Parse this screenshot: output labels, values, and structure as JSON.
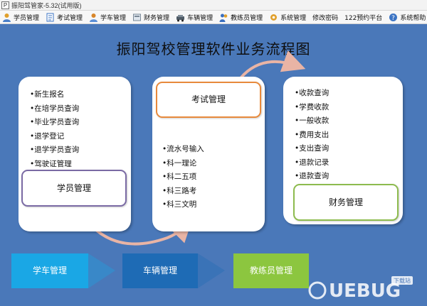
{
  "window": {
    "title": "振阳驾管家-5.32(试用版)",
    "app_icon": "P"
  },
  "menu": {
    "items": [
      {
        "label": "学员管理",
        "icon": "student-icon",
        "color": "#e0a02c"
      },
      {
        "label": "考试管理",
        "icon": "exam-icon",
        "color": "#3c74c4"
      },
      {
        "label": "学车管理",
        "icon": "car-learn-icon",
        "color": "#d8862a"
      },
      {
        "label": "财务管理",
        "icon": "finance-icon",
        "color": "#7a8896"
      },
      {
        "label": "车辆管理",
        "icon": "vehicle-icon",
        "color": "#4f5b66"
      },
      {
        "label": "教练员管理",
        "icon": "coach-icon",
        "color": "#3a6fbf"
      },
      {
        "label": "系统管理",
        "icon": "system-icon",
        "color": "#e0a02c"
      },
      {
        "label": "修改密码",
        "icon": "",
        "color": ""
      },
      {
        "label": "122预约平台",
        "icon": "",
        "color": ""
      },
      {
        "label": "系统帮助",
        "icon": "help-icon",
        "color": "#3c74c4"
      }
    ]
  },
  "diagram": {
    "title": "振阳驾校管理软件业务流程图",
    "student_panel": {
      "items": [
        "•新生报名",
        "•在培学员查询",
        "•毕业学员查询",
        "•退学登记",
        "•退学学员查询",
        "•驾驶证管理"
      ],
      "label": "学员管理",
      "label_border": "#7a6aa4"
    },
    "exam_panel": {
      "items": [
        "•流水号输入",
        "•科一理论",
        "•科二五项",
        "•科三路考",
        "•科三文明"
      ],
      "label": "考试管理",
      "label_border": "#e88a3c"
    },
    "finance_panel": {
      "items": [
        "•收款查询",
        "•学费收款",
        "•一般收款",
        "•费用支出",
        "•支出查询",
        "•退款记录",
        "•退款查询"
      ],
      "label": "财务管理",
      "label_border": "#8dbb4e"
    },
    "bottom_chevrons": [
      {
        "label": "学车管理",
        "color": "#1aa7e5"
      },
      {
        "label": "车辆管理",
        "color": "#1e6bb5"
      },
      {
        "label": "教练员管理",
        "color": "#8cc63f"
      }
    ],
    "arrow_color": "#e9b4a5"
  },
  "watermark": {
    "text": "UEBUG",
    "sub": "下载站"
  }
}
